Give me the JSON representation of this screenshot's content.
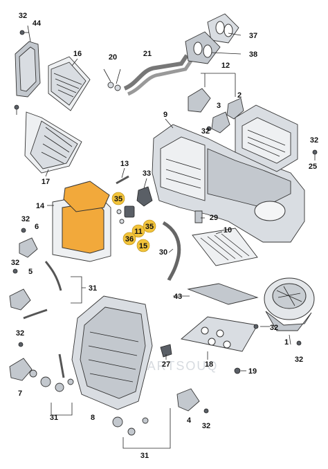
{
  "diagram": {
    "callouts": [
      {
        "id": "c32a",
        "text": "32"
      },
      {
        "id": "c44",
        "text": "44"
      },
      {
        "id": "c16",
        "text": "16"
      },
      {
        "id": "c20",
        "text": "20"
      },
      {
        "id": "c21",
        "text": "21"
      },
      {
        "id": "c37",
        "text": "37"
      },
      {
        "id": "c38",
        "text": "38"
      },
      {
        "id": "c12",
        "text": "12"
      },
      {
        "id": "c2",
        "text": "2"
      },
      {
        "id": "c3",
        "text": "3"
      },
      {
        "id": "c32b",
        "text": "32"
      },
      {
        "id": "c9",
        "text": "9"
      },
      {
        "id": "c32c",
        "text": "32"
      },
      {
        "id": "c25",
        "text": "25"
      },
      {
        "id": "c17",
        "text": "17"
      },
      {
        "id": "c13",
        "text": "13"
      },
      {
        "id": "c33",
        "text": "33"
      },
      {
        "id": "c14",
        "text": "14"
      },
      {
        "id": "c29",
        "text": "29"
      },
      {
        "id": "c10",
        "text": "10"
      },
      {
        "id": "c32d",
        "text": "32"
      },
      {
        "id": "c6",
        "text": "6"
      },
      {
        "id": "c30",
        "text": "30"
      },
      {
        "id": "c32e",
        "text": "32"
      },
      {
        "id": "c5",
        "text": "5"
      },
      {
        "id": "c31a",
        "text": "31"
      },
      {
        "id": "c43",
        "text": "43"
      },
      {
        "id": "c32f",
        "text": "32"
      },
      {
        "id": "c1",
        "text": "1"
      },
      {
        "id": "c32g",
        "text": "32"
      },
      {
        "id": "c32h",
        "text": "32"
      },
      {
        "id": "c27",
        "text": "27"
      },
      {
        "id": "c18",
        "text": "18"
      },
      {
        "id": "c19",
        "text": "19"
      },
      {
        "id": "c7",
        "text": "7"
      },
      {
        "id": "c31b",
        "text": "31"
      },
      {
        "id": "c8",
        "text": "8"
      },
      {
        "id": "c4",
        "text": "4"
      },
      {
        "id": "c32i",
        "text": "32"
      },
      {
        "id": "c31c",
        "text": "31"
      }
    ],
    "highlighted": [
      {
        "id": "h35a",
        "text": "35"
      },
      {
        "id": "h11",
        "text": "11"
      },
      {
        "id": "h35b",
        "text": "35"
      },
      {
        "id": "h36",
        "text": "36"
      },
      {
        "id": "h15",
        "text": "15"
      }
    ],
    "watermark": "PARTSOUQ"
  },
  "colors": {
    "highlight": "#f2c33a",
    "filter": "#f2a93b",
    "line": "#222222"
  }
}
